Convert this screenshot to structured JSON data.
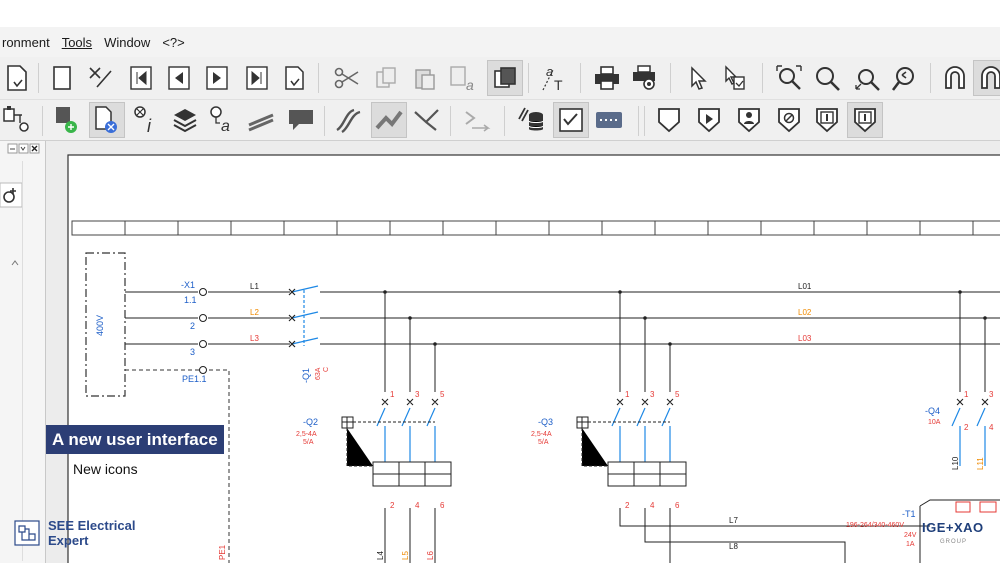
{
  "menu": [
    "ronment",
    "Tools",
    "Window",
    "<?>"
  ],
  "overlay": {
    "title": "A new user interface",
    "subtitle": "New icons"
  },
  "brand": {
    "line1": "SEE Electrical",
    "line2": "Expert"
  },
  "corner_logo": {
    "name": "IGE+XAO",
    "sub": "GROUP"
  },
  "schematic": {
    "x1_tag": "-X1",
    "x1_terms": [
      "1.1",
      "2",
      "3"
    ],
    "voltage": "400V",
    "phase_labels": [
      "L1",
      "L2",
      "L3"
    ],
    "pe_label": "PE1.1",
    "q1_tag": "-Q1",
    "q1_rating": "63A",
    "q1_suffix": "C",
    "bus_labels": [
      "L01",
      "L02",
      "L03"
    ],
    "q2": {
      "tag": "-Q2",
      "range": "2,5-4A",
      "rating": "5/A"
    },
    "q3": {
      "tag": "-Q3",
      "range": "2,5-4A",
      "rating": "5/A"
    },
    "q4": {
      "tag": "-Q4",
      "rating": "10A"
    },
    "contact_top": [
      "1",
      "3",
      "5"
    ],
    "contact_bottom": [
      "2",
      "4",
      "6"
    ],
    "wire_labels": [
      "L4",
      "L5",
      "L6"
    ],
    "right_wires": [
      "L10",
      "L11"
    ],
    "lower_wires": [
      "L7",
      "L8"
    ],
    "t1": {
      "tag": "-T1",
      "primary": "196-264/340-460V",
      "secondary": "24V",
      "rating": "1A"
    },
    "pe_vertical": "PE1"
  },
  "colors": {
    "accent": "#2c3e75",
    "wire_blue": "#1e88e5",
    "wire_red": "#e53935",
    "wire_orange": "#ef8a00"
  }
}
